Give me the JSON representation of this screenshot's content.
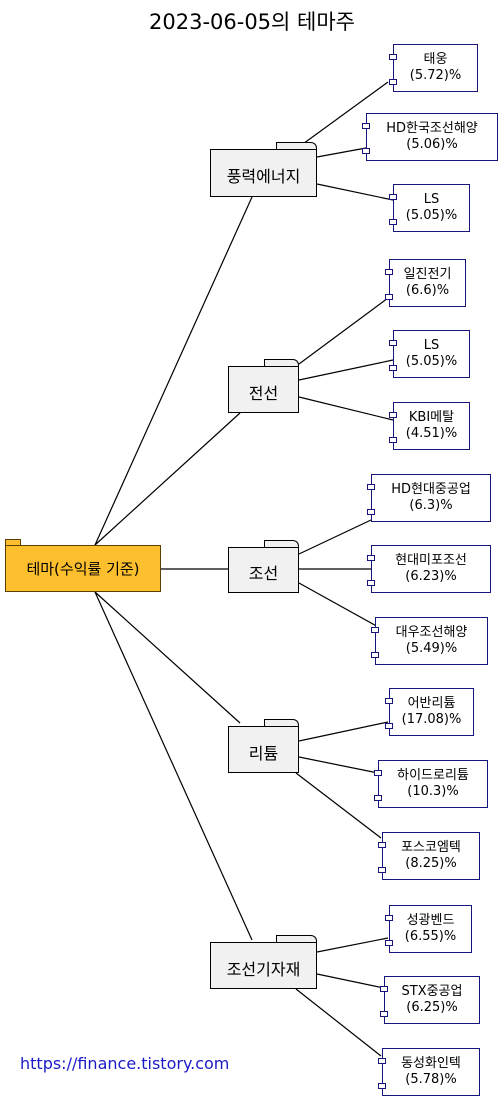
{
  "title": "2023-06-05의 테마주",
  "root": "테마(수익률 기준)",
  "footer": "https://finance.tistory.com",
  "themes": [
    {
      "name": "풍력에너지",
      "stocks": [
        {
          "name": "태웅",
          "pct": "(5.72)%"
        },
        {
          "name": "HD한국조선해양",
          "pct": "(5.06)%"
        },
        {
          "name": "LS",
          "pct": "(5.05)%"
        }
      ]
    },
    {
      "name": "전선",
      "stocks": [
        {
          "name": "일진전기",
          "pct": "(6.6)%"
        },
        {
          "name": "LS",
          "pct": "(5.05)%"
        },
        {
          "name": "KBI메탈",
          "pct": "(4.51)%"
        }
      ]
    },
    {
      "name": "조선",
      "stocks": [
        {
          "name": "HD현대중공업",
          "pct": "(6.3)%"
        },
        {
          "name": "현대미포조선",
          "pct": "(6.23)%"
        },
        {
          "name": "대우조선해양",
          "pct": "(5.49)%"
        }
      ]
    },
    {
      "name": "리튬",
      "stocks": [
        {
          "name": "어반리튬",
          "pct": "(17.08)%"
        },
        {
          "name": "하이드로리튬",
          "pct": "(10.3)%"
        },
        {
          "name": "포스코엠텍",
          "pct": "(8.25)%"
        }
      ]
    },
    {
      "name": "조선기자재",
      "stocks": [
        {
          "name": "성광벤드",
          "pct": "(6.55)%"
        },
        {
          "name": "STX중공업",
          "pct": "(6.25)%"
        },
        {
          "name": "동성화인텍",
          "pct": "(5.78)%"
        }
      ]
    }
  ]
}
